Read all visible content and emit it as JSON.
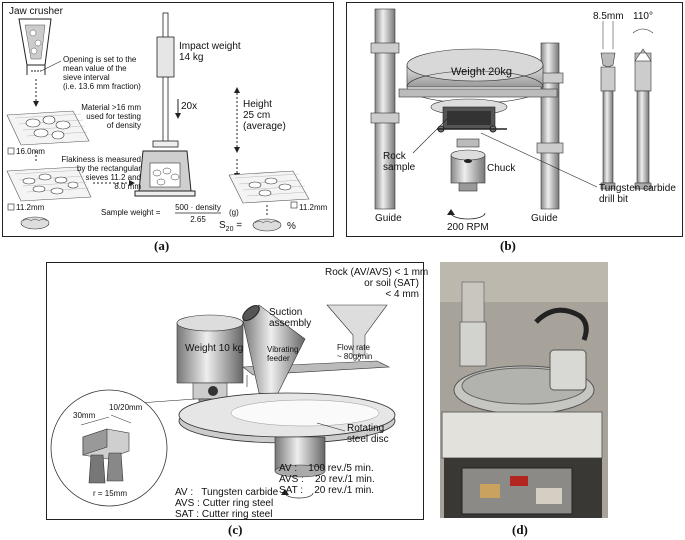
{
  "panel_a": {
    "caption": "(a)",
    "jaw_crusher": "Jaw crusher",
    "opening_note": "Opening is set to the\nmean value of the\nsieve interval\n(i.e. 13.6 mm fraction)",
    "material_note": "Material >16 mm\nused for testing\nof density",
    "sieve_16": "16.0mm",
    "flakiness_note": "Flakiness is measured\nby the rectangular\nsieves 11.2 and\n8.0 mm",
    "sieve_11_left": "11.2mm",
    "impact_weight": "Impact weight\n14 kg",
    "drops": "20x",
    "height": "Height\n25 cm\n(average)",
    "sample_weight_label": "Sample weight =",
    "sample_weight_numerator": "500 · density",
    "sample_weight_denominator": "2.65",
    "sample_weight_unit": "(g)",
    "s20_label": "S",
    "s20_sub": "20",
    "s20_eq": "=",
    "s20_unit": "%",
    "sieve_11_right": "11.2mm"
  },
  "panel_b": {
    "caption": "(b)",
    "weight": "Weight 20kg",
    "rock_sample": "Rock\nsample",
    "chuck": "Chuck",
    "guide_left": "Guide",
    "guide_right": "Guide",
    "rpm": "200 RPM",
    "bit_diameter": "8.5mm",
    "bit_angle": "110°",
    "bit_label": "Tungsten carbide\ndrill bit"
  },
  "panel_c": {
    "caption": "(c)",
    "rock_note": "Rock (AV/AVS) < 1 mm\nor soil (SAT)\n< 4 mm",
    "suction": "Suction\nassembly",
    "weight": "Weight 10 kg",
    "vibrating_feeder": "Vibrating\nfeeder",
    "flow_rate": "Flow rate\n~ 80g/min",
    "rotating_disc": "Rotating\nsteel disc",
    "dim_30": "30mm",
    "dim_10_20": "10/20mm",
    "radius": "r = 15mm",
    "av_speed": "AV :    100 rev./5 min.",
    "avs_speed": "AVS :    20 rev./1 min.",
    "sat_speed": "SAT :    20 rev./1 min.",
    "av_material": "AV :   Tungsten carbide",
    "avs_material": "AVS : Cutter ring steel",
    "sat_material": "SAT : Cutter ring steel"
  },
  "panel_d": {
    "caption": "(d)"
  }
}
